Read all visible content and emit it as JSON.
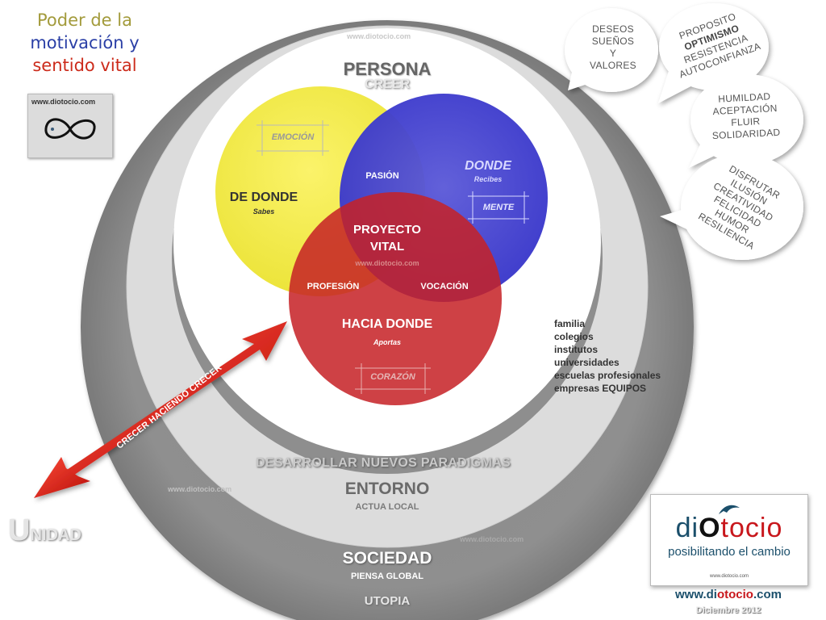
{
  "header": {
    "title_line1": "Poder de la",
    "title_line2": "motivación y",
    "title_line3": "sentido vital",
    "title_colors": [
      "#a39b3c",
      "#2a3fa6",
      "#cc2b1b"
    ]
  },
  "small_logo": {
    "url": "www.diotocio.com"
  },
  "watermark": "www.diotocio.com",
  "rings": {
    "outer_title": "SOCIEDAD",
    "outer_sub": "PIENSA GLOBAL",
    "outer_bottom": "UTOPIA",
    "middle_title": "ENTORNO",
    "middle_sub": "ACTUA LOCAL",
    "inner_band": "DESARROLLAR  NUEVOS PARADIGMAS",
    "inner_title": "PERSONA",
    "inner_sub": "CREER"
  },
  "circles": {
    "yellow_title": "DE DONDE",
    "yellow_sub": "Sabes",
    "yellow_tag": "EMOCIÓN",
    "blue_title": "DONDE",
    "blue_sub": "Recibes",
    "blue_tag": "MENTE",
    "red_title": "HACIA DONDE",
    "red_sub": "Aportas",
    "red_tag": "CORAZÓN",
    "overlap_yb": "PASIÓN",
    "overlap_yr": "PROFESIÓN",
    "overlap_br": "VOCACIÓN",
    "center_line1": "PROYECTO",
    "center_line2": "VITAL",
    "colors": {
      "yellow": "#f2ea3a",
      "blue": "#3d3bd1",
      "red": "#cf2a2f"
    }
  },
  "arrow": {
    "label": "CRECER HACIENDO CRECER",
    "color": "#e31d12"
  },
  "unidad": {
    "first": "U",
    "rest": "NIDAD"
  },
  "bubbles": [
    {
      "lines": [
        "DESEOS",
        "SUEÑOS",
        "Y",
        "VALORES"
      ]
    },
    {
      "lines": [
        "PROPOSITO",
        "OPTIMISMO",
        "RESISTENCIA",
        "AUTOCONFIANZA"
      ]
    },
    {
      "lines": [
        "HUMILDAD",
        "ACEPTACIÓN",
        "FLUIR",
        "SOLIDARIDAD"
      ]
    },
    {
      "lines": [
        "DISFRUTAR",
        "ILUSIÓN",
        "CREATIVIDAD",
        "FELICIDAD",
        "HUMOR",
        "RESILIENCIA"
      ]
    }
  ],
  "entities": [
    "familia",
    "colegios",
    "institutos",
    "universidades",
    "escuelas profesionales",
    "empresas  EQUIPOS"
  ],
  "brand": {
    "name_part1": "di",
    "name_part2": "O",
    "name_part3": "tocio",
    "tagline": "posibilitando el cambio",
    "small_url": "www.diotocio.com",
    "footer_url_part1": "www.di",
    "footer_url_part2": "otocio",
    "footer_url_part3": ".com",
    "date": "Diciembre  2012",
    "colors": {
      "teal": "#1b4f6b",
      "red": "#c8171c"
    }
  }
}
